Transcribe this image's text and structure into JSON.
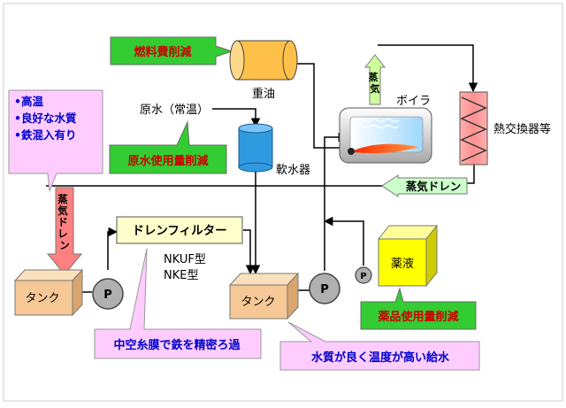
{
  "labels": {
    "fuel_reduction": "燃料費削減",
    "heavy_oil": "重油",
    "raw_water": "原水（常温）",
    "raw_water_reduction": "原水使用量削減",
    "softener": "軟水器",
    "steam_up": "蒸気",
    "boiler": "ボイラ",
    "heat_exchanger": "熱交換器等",
    "steam_drain_return": "蒸気ドレン",
    "steam_drain_down": "蒸気ドレン",
    "drain_filter": "ドレンフィルター",
    "model_1": "NKUF型",
    "model_2": "NKE型",
    "tank_left": "タンク",
    "tank_right": "タンク",
    "pump": "P",
    "chemical": "薬液",
    "chemical_reduction": "薬品使用量削減",
    "hollow_fiber": "中空糸膜で鉄を精密ろ過",
    "feedwater_quality": "水質が良く温度が高い給水"
  },
  "features": [
    "•高温",
    "•良好な水質",
    "•鉄混入有り"
  ],
  "colors": {
    "green": "#33cc33",
    "pink": "#ffccff",
    "tank": "#f5c896",
    "chemical": "#ffff00",
    "softener": "#2f9ae0",
    "heavy_oil": "#ffc04a",
    "steam_up_arrow": "#ccff99",
    "drain_arrow": "#ccffcc",
    "down_arrow": "#ff8080",
    "pump": "#b0b0b0"
  }
}
